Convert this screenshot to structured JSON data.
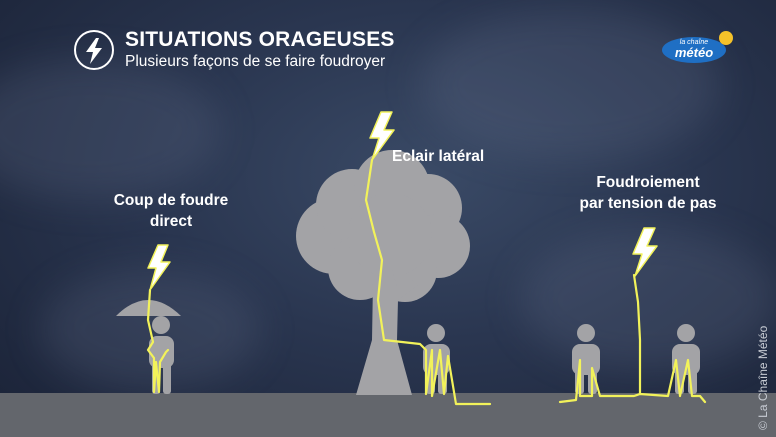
{
  "header": {
    "title": "SITUATIONS ORAGEUSES",
    "subtitle": "Plusieurs façons de se faire foudroyer",
    "icon": "lightning-bolt-icon"
  },
  "brand": {
    "small_text": "la chaîne",
    "name": "météo",
    "logo_color": "#1f6fc4",
    "sun_color": "#f5c22a"
  },
  "scenarios": [
    {
      "label_line1": "Coup de foudre",
      "label_line2": "direct"
    },
    {
      "label_line1": "Eclair latéral",
      "label_line2": ""
    },
    {
      "label_line1": "Foudroiement",
      "label_line2": "par tension de pas"
    }
  ],
  "copyright": "© La Chaîne Météo",
  "colors": {
    "lightning": "#f2f25a",
    "figures": "#a3a3a6",
    "ground": "#63666c",
    "sky": "#2a3650"
  }
}
